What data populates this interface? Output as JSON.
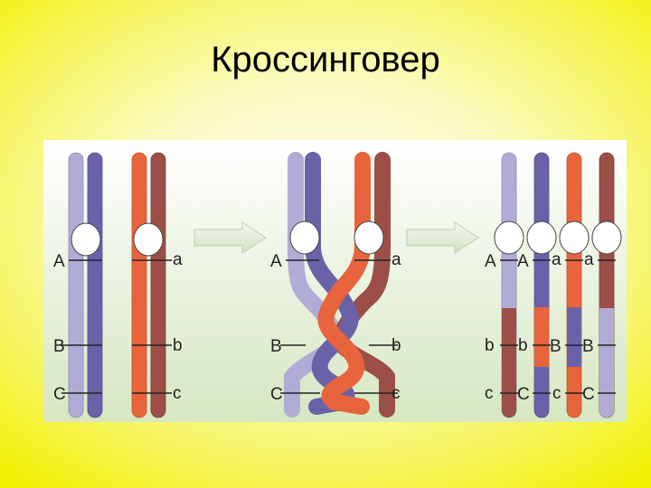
{
  "slide": {
    "title": "Кроссинговер"
  },
  "colors": {
    "lavender": "#b1acd6",
    "purple": "#6a62a9",
    "orange": "#e8643c",
    "maroon": "#9b4f46",
    "centromere": "#ffffff",
    "panel_top": "#ffffff",
    "panel_bottom": "#d6e7c2"
  },
  "stages": [
    {
      "name": "before",
      "left_labels": [
        "A",
        "B",
        "C"
      ],
      "right_labels": [
        "a",
        "b",
        "c"
      ]
    },
    {
      "name": "crossing-over",
      "left_labels": [
        "A",
        "B",
        "C"
      ],
      "right_labels": [
        "a",
        "b",
        "c"
      ]
    },
    {
      "name": "after",
      "chromatid_labels": [
        [
          "A",
          "b",
          "c"
        ],
        [
          "A",
          "b",
          "C"
        ],
        [
          "a",
          "B",
          "c"
        ],
        [
          "a",
          "B",
          "C"
        ]
      ]
    }
  ],
  "arrows": [
    "arrow-1",
    "arrow-2"
  ]
}
